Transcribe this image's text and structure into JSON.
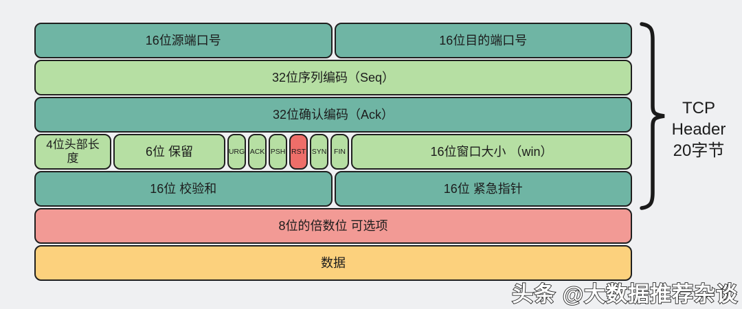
{
  "colors": {
    "bg": "#eff0f2",
    "teal": "#6fb5a4",
    "green": "#b6dfa3",
    "pink": "#f29a95",
    "red": "#ee6e69",
    "yellow": "#fcd17d",
    "border": "#1f1f1f",
    "text": "#1c1c1c"
  },
  "rows": [
    {
      "cells": [
        {
          "label": "16位源端口号"
        },
        {
          "label": "16位目的端口号"
        }
      ]
    },
    {
      "cells": [
        {
          "label": "32位序列编码（Seq）"
        }
      ]
    },
    {
      "cells": [
        {
          "label": "32位确认编码（Ack）"
        }
      ]
    },
    {
      "cells": [
        {
          "label": "4位头部长度"
        },
        {
          "label": "6位 保留"
        },
        {
          "label": "URG"
        },
        {
          "label": "ACK"
        },
        {
          "label": "PSH"
        },
        {
          "label": "RST"
        },
        {
          "label": "SYN"
        },
        {
          "label": "FIN"
        },
        {
          "label": "16位窗口大小 （win）"
        }
      ]
    },
    {
      "cells": [
        {
          "label": "16位 校验和"
        },
        {
          "label": "16位 紧急指针"
        }
      ]
    },
    {
      "cells": [
        {
          "label": "8位的倍数位 可选项"
        }
      ]
    },
    {
      "cells": [
        {
          "label": "数据"
        }
      ]
    }
  ],
  "brace": {
    "line1": "TCP",
    "line2": "Header",
    "line3": "20字节"
  },
  "watermark": "头条 @大数据推荐杂谈"
}
